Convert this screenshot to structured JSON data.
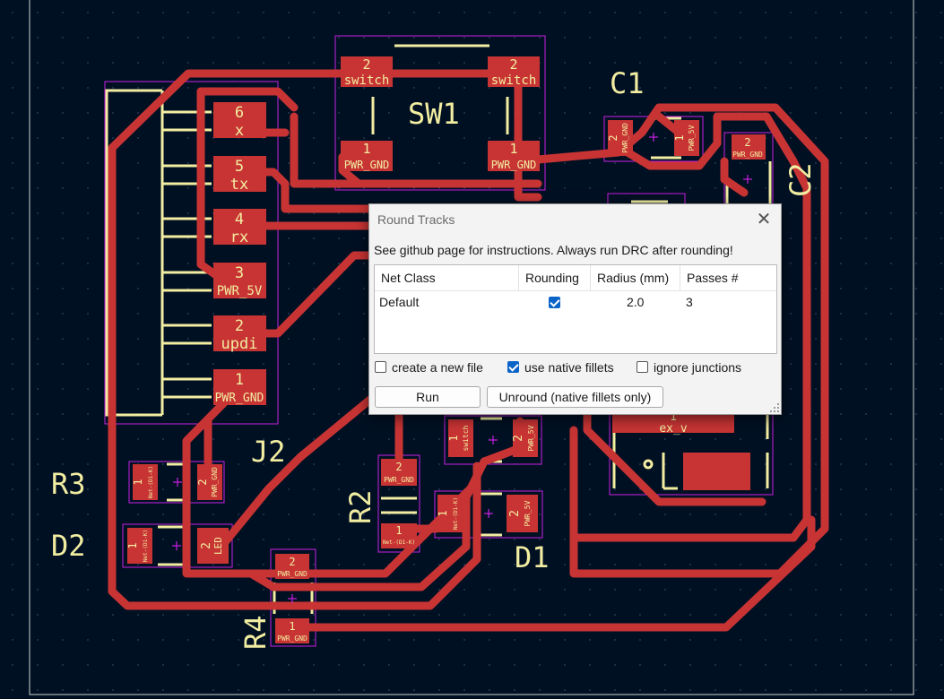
{
  "board": {
    "refs": {
      "sw1": "SW1",
      "c1": "C1",
      "c2": "C2",
      "j2": "J2",
      "r3": "R3",
      "d2": "D2",
      "r2": "R2",
      "d1": "D1",
      "r4": "R4"
    },
    "pad_labels": {
      "sw_a_num": "2",
      "sw_a_net": "switch",
      "sw_b_num": "2",
      "sw_b_net": "switch",
      "sw_c_num": "1",
      "sw_c_net": "PWR_GND",
      "sw_d_num": "1",
      "sw_d_net": "PWR_GND",
      "j6_num": "6",
      "j6_net": "x",
      "j5_num": "5",
      "j5_net": "tx",
      "j4_num": "4",
      "j4_net": "rx",
      "j3_num": "3",
      "j3_net": "PWR_5V",
      "j2p_num": "2",
      "j2p_net": "updi",
      "j1_num": "1",
      "j1_net": "PWR_GND",
      "c1a_num": "2",
      "c1a_net": "PWR_GND",
      "c1b_num": "1",
      "c1b_net": "PWR_5V",
      "c2a_num": "2",
      "c2a_net": "PWR_GND",
      "r3a_num": "1",
      "r3a_net": "Net-(D1-K)",
      "r3b_num": "2",
      "r3b_net": "PWR_GND",
      "d2a_num": "1",
      "d2a_net": "Net-(D1-K)",
      "d2b_num": "2",
      "d2b_net": "LED",
      "r2a_num": "2",
      "r2a_net": "PWR_GND",
      "r2b_num": "1",
      "r2b_net": "Net-(D1-K)",
      "d1a_num": "1",
      "d1a_net": "Net-(D1-K)",
      "d1b_num": "2",
      "d1b_net": "PWR_5V",
      "q_a_num": "1",
      "q_a_net": "switch",
      "q_b_num": "2",
      "q_b_net": "PWR_5V",
      "r4a_num": "2",
      "r4a_net": "PWR_GND",
      "r4b_num": "1",
      "r4b_net": "PWR_GND",
      "u1_num": "1",
      "u1_net": "ex_v"
    }
  },
  "dialog": {
    "title": "Round Tracks",
    "close_glyph": "✕",
    "instructions": "See github page for instructions. Always run DRC after rounding!",
    "columns": [
      "Net Class",
      "Rounding",
      "Radius (mm)",
      "Passes #"
    ],
    "rows": [
      {
        "net_class": "Default",
        "rounding": true,
        "radius": "2.0",
        "passes": "3"
      }
    ],
    "options": {
      "create_new_file": "create a new file",
      "use_native_fillets": "use native fillets",
      "ignore_junctions": "ignore junctions"
    },
    "buttons": {
      "run": "Run",
      "unround": "Unround (native fillets only)"
    }
  },
  "colors": {
    "background": "#001023",
    "copper": "#c83434",
    "silkscreen": "#f2eda1",
    "courtyard": "#c81fe0",
    "edge": "#d0d2cd"
  }
}
